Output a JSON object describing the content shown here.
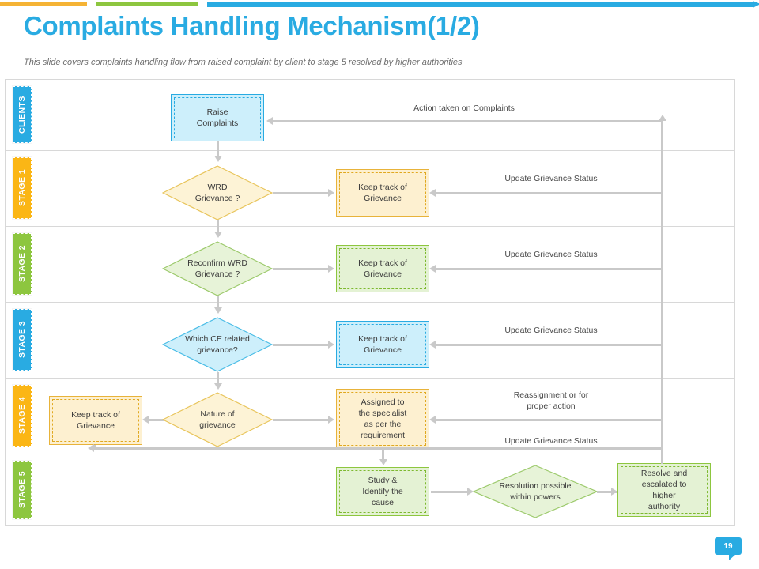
{
  "header": {
    "title": "Complaints Handling Mechanism(1/2)",
    "subtitle": "This slide covers complaints handling flow from raised complaint by client to stage 5 resolved by higher authorities",
    "title_color": "#29ABE2",
    "accent_bars": [
      "#F5B335",
      "#8DC63F",
      "#29ABE2"
    ]
  },
  "page_badge": {
    "number": "19",
    "color": "#29ABE2"
  },
  "lanes": [
    {
      "id": "clients",
      "label": "CLIENTS",
      "color": "#29ABE2",
      "theme": "blue"
    },
    {
      "id": "stage1",
      "label": "STAGE 1",
      "color": "#FBB615",
      "theme": "amber"
    },
    {
      "id": "stage2",
      "label": "STAGE 2",
      "color": "#8DC63F",
      "theme": "green"
    },
    {
      "id": "stage3",
      "label": "STAGE 3",
      "color": "#29ABE2",
      "theme": "blue"
    },
    {
      "id": "stage4",
      "label": "STAGE 4",
      "color": "#FBB615",
      "theme": "amber"
    },
    {
      "id": "stage5",
      "label": "STAGE 5",
      "color": "#8DC63F",
      "theme": "green"
    }
  ],
  "nodes": {
    "raise_complaints": "Raise\nComplaints",
    "wrd_grievance": "WRD\nGrievance ?",
    "keep_track_1": "Keep track of\nGrievance",
    "reconfirm_wrd": "Reconfirm WRD\nGrievance ?",
    "keep_track_2": "Keep track of\nGrievance",
    "which_ce": "Which CE related\ngrievance?",
    "keep_track_3": "Keep track of\nGrievance",
    "keep_track_4": "Keep track of\nGrievance",
    "nature_of_grievance": "Nature of\ngrievance",
    "assigned_specialist": "Assigned to\nthe specialist\nas per the\nrequirement",
    "study_identify": "Study &\nIdentify the\ncause",
    "resolution_possible": "Resolution possible\nwithin powers",
    "resolve_escalated": "Resolve and\nescalated to\nhigher\nauthority"
  },
  "edge_labels": {
    "action_taken": "Action taken on Complaints",
    "update_status_1": "Update Grievance Status",
    "update_status_2": "Update Grievance Status",
    "update_status_3": "Update Grievance Status",
    "reassignment": "Reassignment or for\nproper action",
    "update_status_4": "Update Grievance Status"
  }
}
